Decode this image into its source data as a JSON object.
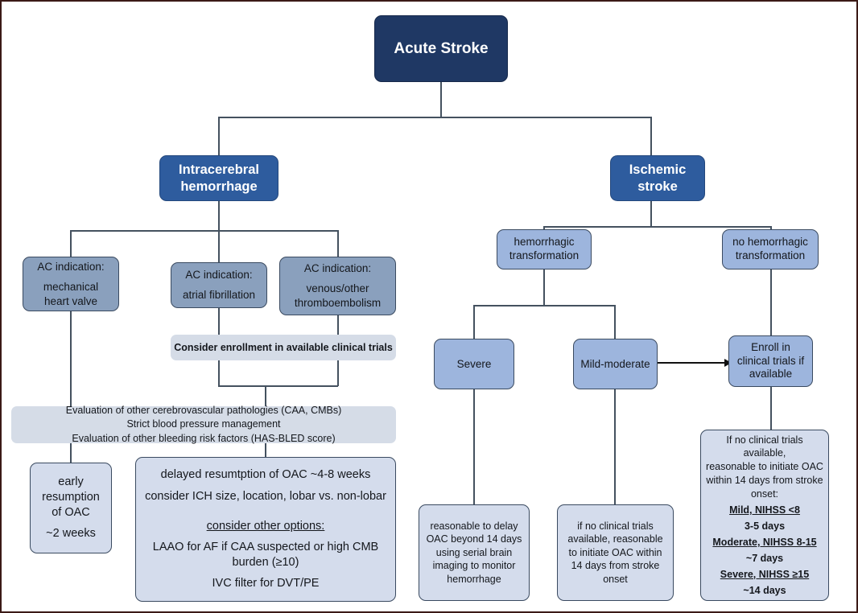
{
  "diagram": {
    "title": "Acute Stroke anticoagulation management flowchart",
    "colors": {
      "root": "#1f3864",
      "level2": "#2e5c9e",
      "steel": "#8aa0bd",
      "periwinkle": "#9db5dd",
      "pale": "#d4dcec",
      "bar": "#d5dce7",
      "connector": "#44515f",
      "frame": "#3b1a16"
    },
    "nodes": {
      "root": {
        "label": "Acute Stroke"
      },
      "ich": {
        "label_line1": "Intracerebral",
        "label_line2": "hemorrhage"
      },
      "ischemic": {
        "label_line1": "Ischemic",
        "label_line2": "stroke"
      },
      "ac_mechanical": {
        "line1": "AC indication:",
        "line2": "mechanical",
        "line3": "heart valve"
      },
      "ac_afib": {
        "line1": "AC indication:",
        "line2": "atrial fibrillation"
      },
      "ac_venous": {
        "line1": "AC indication:",
        "line2": "venous/other",
        "line3": "thromboembolism"
      },
      "trials_bar": {
        "label": "Consider enrollment in available clinical trials"
      },
      "evaluation_bar": {
        "line1": "Evaluation of other cerebrovascular pathologies (CAA, CMBs)",
        "line2": "Strict blood pressure management",
        "line3": "Evaluation of other bleeding risk factors (HAS-BLED score)"
      },
      "early_resumption": {
        "line1": "early",
        "line2": "resumption",
        "line3": "of OAC",
        "line4": "~2 weeks"
      },
      "delayed_resumption": {
        "line1": "delayed resumtption of OAC ~4-8 weeks",
        "line2": "consider ICH size, location, lobar vs. non-lobar",
        "line3": "consider other options:",
        "line4": "LAAO for AF if CAA suspected or high CMB burden (≥10)",
        "line5": "IVC filter for DVT/PE"
      },
      "hem_transform": {
        "line1": "hemorrhagic",
        "line2": "transformation"
      },
      "no_hem_transform": {
        "line1": "no hemorrhagic",
        "line2": "transformation"
      },
      "severe": {
        "label": "Severe"
      },
      "mild_moderate": {
        "label": "Mild-moderate"
      },
      "enroll_trials": {
        "line1": "Enroll in",
        "line2": "clinical trials if",
        "line3": "available"
      },
      "severe_detail": {
        "line1": "reasonable to delay",
        "line2": "OAC beyond 14 days",
        "line3": "using serial brain",
        "line4": "imaging to monitor",
        "line5": "hemorrhage"
      },
      "mild_detail": {
        "line1": "if no clinical trials",
        "line2": "available, reasonable",
        "line3": "to initiate OAC within",
        "line4": "14 days from stroke",
        "line5": "onset"
      },
      "nihss_detail": {
        "line1": "If no clinical trials available,",
        "line2": "reasonable to initiate OAC",
        "line3": "within 14 days from stroke",
        "line4": "onset:",
        "h1": "Mild, NIHSS <8",
        "v1": "3-5 days",
        "h2": "Moderate, NIHSS 8-15",
        "v2": "~7 days",
        "h3": "Severe, NIHSS ≥15",
        "v3": "~14 days"
      }
    }
  }
}
